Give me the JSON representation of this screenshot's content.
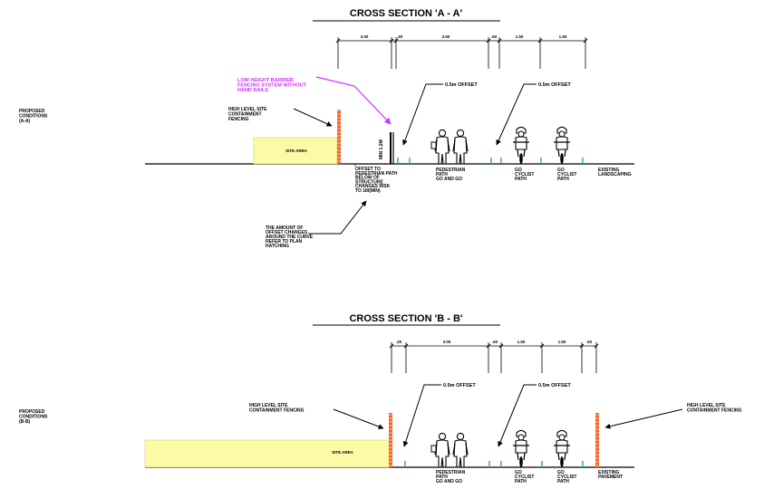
{
  "colors": {
    "fence": "#f26522",
    "site_area": "#fdfaa6",
    "marker": "#2bb34a",
    "annotation": "#cc33ff"
  },
  "section_a": {
    "title": "CROSS SECTION 'A - A'",
    "conditions": [
      "PROPOSED",
      "CONDITIONS",
      "(A-A)"
    ],
    "dimensions": [
      "3.00",
      ".30",
      "3.00",
      ".50",
      "1.50",
      "1.50"
    ],
    "barrier_note": [
      "LOW HEIGHT BARRIER",
      "FENCING SYSTEM WITHOUT",
      "HAND RAILS"
    ],
    "fence_note": [
      "HIGH LEVEL SITE",
      "CONTAINMENT",
      "FENCING"
    ],
    "area_label": "SITE AREA",
    "fence_height": "MIN 1.2M",
    "offset_left": "0.5m OFFSET",
    "offset_right": "0.5m OFFSET",
    "offset_path_note": [
      "OFFSET TO",
      "PEDESTRIAN PATH",
      "BELOW OF",
      "STRUCTURE",
      "CHANGES RISK",
      "TO 1M(MIN)"
    ],
    "curve_note": [
      "THE AMOUNT OF",
      "OFFSET CHANGES",
      "AROUND THE CURVE",
      "REFER TO PLAN",
      "HATCHING"
    ],
    "pedestrian_label": [
      "PEDESTRIAN",
      "PATH",
      "GO AND GO"
    ],
    "cycle_label_1": [
      "GO",
      "CYCLIST",
      "PATH"
    ],
    "cycle_label_2": [
      "GO",
      "CYCLIST",
      "PATH"
    ],
    "existing_label": [
      "EXISTING",
      "LANDSCAPING"
    ]
  },
  "section_b": {
    "title": "CROSS SECTION 'B - B'",
    "conditions": [
      "PROPOSED",
      "CONDITIONS",
      "(B-B)"
    ],
    "dimensions": [
      ".30",
      "3.00",
      ".50",
      "1.50",
      "1.50",
      ".50"
    ],
    "fence_note_left": [
      "HIGH LEVEL SITE",
      "CONTAINMENT FENCING"
    ],
    "fence_note_right": [
      "HIGH LEVEL SITE",
      "CONTAINMENT FENCING"
    ],
    "area_label": "SITE AREA",
    "offset_left": "0.5m OFFSET",
    "offset_right": "0.5m OFFSET",
    "pedestrian_label": [
      "PEDESTRIAN",
      "PATH",
      "GO AND GO"
    ],
    "cycle_label_1": [
      "GO",
      "CYCLIST",
      "PATH"
    ],
    "cycle_label_2": [
      "GO",
      "CYCLIST",
      "PATH"
    ],
    "existing_label": [
      "EXISTING",
      "PAVEMENT"
    ]
  }
}
